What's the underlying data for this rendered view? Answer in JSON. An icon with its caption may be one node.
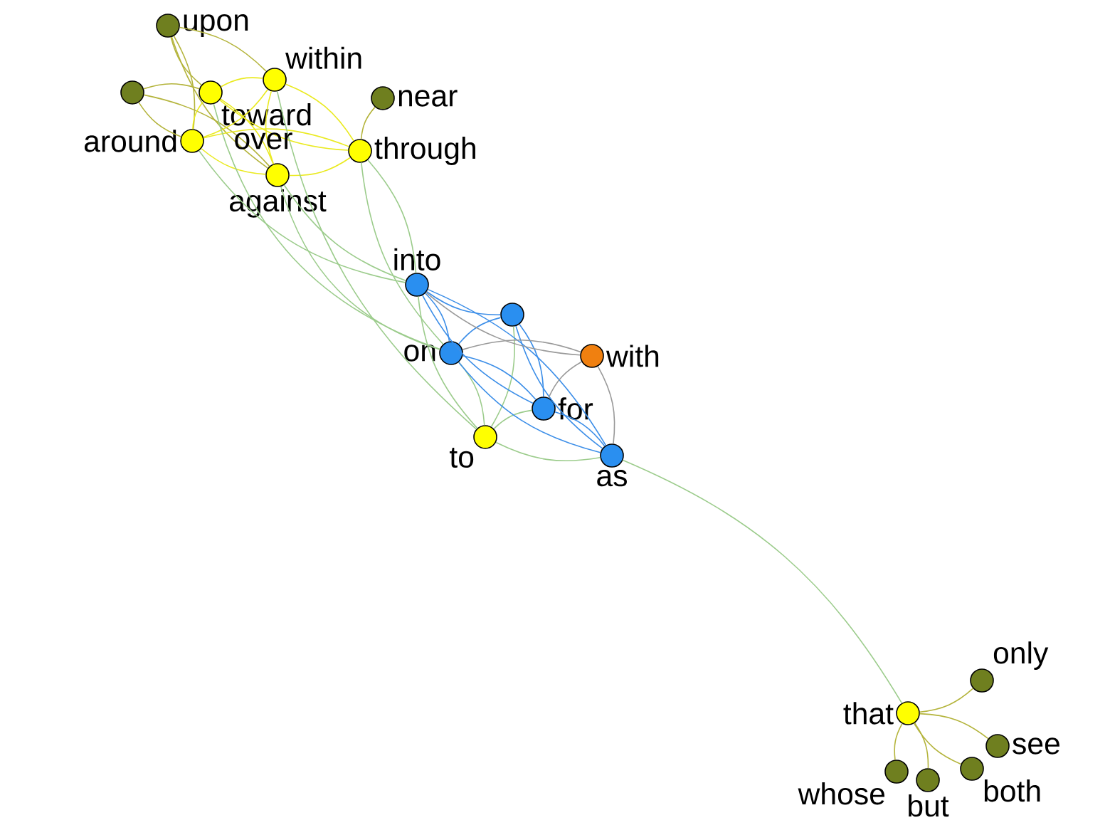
{
  "diagram": {
    "nodes": [
      {
        "text": [
          "upon"
        ]
      },
      {
        "text": [],
        "shape": "circle"
      },
      {
        "text": [
          "toward"
        ]
      },
      {
        "text": [
          "within"
        ]
      },
      {
        "text": [
          "near"
        ]
      },
      {
        "text": [
          "around"
        ]
      },
      {
        "text": [
          "against"
        ]
      },
      {
        "text": [
          "through"
        ]
      },
      {
        "text": [
          "into"
        ]
      },
      {
        "text": [],
        "shape": "circle"
      },
      {
        "text": [
          "on"
        ]
      },
      {
        "text": [
          "with"
        ]
      },
      {
        "text": [
          "for"
        ]
      },
      {
        "text": [
          "to"
        ]
      },
      {
        "text": [
          "as"
        ]
      },
      {
        "text": [
          "that"
        ]
      },
      {
        "text": [
          "only"
        ]
      },
      {
        "text": [
          "see"
        ]
      },
      {
        "text": [
          "whose"
        ]
      },
      {
        "text": [
          "but"
        ]
      },
      {
        "text": [
          "both"
        ]
      }
    ],
    "edges": [
      {
        "from": 0,
        "to": 5,
        "arrow": "none",
        "color": "#b4b43c"
      },
      {
        "from": 0,
        "to": 2,
        "arrow": "none",
        "color": "#b4b43c"
      },
      {
        "from": 0,
        "to": 3,
        "arrow": "none",
        "color": "#b4b43c"
      },
      {
        "from": 0,
        "to": 6,
        "arrow": "none",
        "color": "#b4b43c"
      },
      {
        "from": 1,
        "to": 2,
        "arrow": "none",
        "color": "#b4b43c"
      },
      {
        "from": 1,
        "to": 5,
        "arrow": "none",
        "color": "#b4b43c"
      },
      {
        "from": 1,
        "to": 6,
        "arrow": "none",
        "color": "#b4b43c"
      },
      {
        "from": 4,
        "to": 7,
        "arrow": "none",
        "color": "#b4b43c"
      },
      {
        "from": 2,
        "to": 3,
        "arrow": "none",
        "color": "#eaea20"
      },
      {
        "from": 2,
        "to": 5,
        "arrow": "none",
        "color": "#eaea20"
      },
      {
        "from": 2,
        "to": 6,
        "arrow": "none",
        "color": "#eaea20"
      },
      {
        "from": 2,
        "to": 7,
        "arrow": "none",
        "color": "#eaea20"
      },
      {
        "from": 3,
        "to": 5,
        "arrow": "none",
        "color": "#eaea20"
      },
      {
        "from": 3,
        "to": 6,
        "arrow": "none",
        "color": "#eaea20"
      },
      {
        "from": 3,
        "to": 7,
        "arrow": "none",
        "color": "#eaea20"
      },
      {
        "from": 5,
        "to": 6,
        "arrow": "none",
        "color": "#eaea20"
      },
      {
        "from": 5,
        "to": 7,
        "arrow": "none",
        "color": "#eaea20"
      },
      {
        "from": 6,
        "to": 7,
        "arrow": "none",
        "color": "#eaea20"
      },
      {
        "from": 5,
        "to": 8,
        "arrow": "none"
      },
      {
        "from": 6,
        "to": 8,
        "arrow": "none"
      },
      {
        "from": 2,
        "to": 10,
        "arrow": "none"
      },
      {
        "from": 3,
        "to": 13,
        "arrow": "none"
      },
      {
        "from": 7,
        "to": 8,
        "arrow": "none"
      },
      {
        "from": 7,
        "to": 10,
        "arrow": "none"
      },
      {
        "from": 6,
        "to": 10,
        "arrow": "none"
      },
      {
        "from": 8,
        "to": 13,
        "arrow": "none"
      },
      {
        "from": 10,
        "to": 13,
        "arrow": "none"
      },
      {
        "from": 12,
        "to": 13,
        "arrow": "none"
      },
      {
        "from": 9,
        "to": 13,
        "arrow": "none"
      },
      {
        "from": 13,
        "to": 14,
        "arrow": "none"
      },
      {
        "from": 14,
        "to": 15,
        "arrow": "none"
      },
      {
        "from": 8,
        "to": 9,
        "arrow": "none",
        "color": "#3c8ee8"
      },
      {
        "from": 8,
        "to": 10,
        "arrow": "none",
        "color": "#3c8ee8"
      },
      {
        "from": 8,
        "to": 12,
        "arrow": "none",
        "color": "#3c8ee8"
      },
      {
        "from": 8,
        "to": 14,
        "arrow": "none",
        "color": "#3c8ee8"
      },
      {
        "from": 9,
        "to": 10,
        "arrow": "none",
        "color": "#3c8ee8"
      },
      {
        "from": 9,
        "to": 12,
        "arrow": "none",
        "color": "#3c8ee8"
      },
      {
        "from": 9,
        "to": 14,
        "arrow": "none",
        "color": "#3c8ee8"
      },
      {
        "from": 10,
        "to": 12,
        "arrow": "none",
        "color": "#3c8ee8"
      },
      {
        "from": 10,
        "to": 14,
        "arrow": "none",
        "color": "#3c8ee8"
      },
      {
        "from": 12,
        "to": 14,
        "arrow": "none",
        "color": "#3c8ee8"
      },
      {
        "from": 8,
        "to": 11,
        "arrow": "none",
        "color": "#999999"
      },
      {
        "from": 10,
        "to": 11,
        "arrow": "none",
        "color": "#999999"
      },
      {
        "from": 11,
        "to": 12,
        "arrow": "none",
        "color": "#999999"
      },
      {
        "from": 11,
        "to": 14,
        "arrow": "none",
        "color": "#999999"
      },
      {
        "from": 15,
        "to": 16,
        "arrow": "none",
        "color": "#b4b43c"
      },
      {
        "from": 15,
        "to": 17,
        "arrow": "none",
        "color": "#b4b43c"
      },
      {
        "from": 15,
        "to": 18,
        "arrow": "none",
        "color": "#b4b43c"
      },
      {
        "from": 15,
        "to": 19,
        "arrow": "none",
        "color": "#b4b43c"
      },
      {
        "from": 15,
        "to": 20,
        "arrow": "none",
        "color": "#b4b43c"
      }
    ],
    "labels": [
      "over"
    ]
  }
}
